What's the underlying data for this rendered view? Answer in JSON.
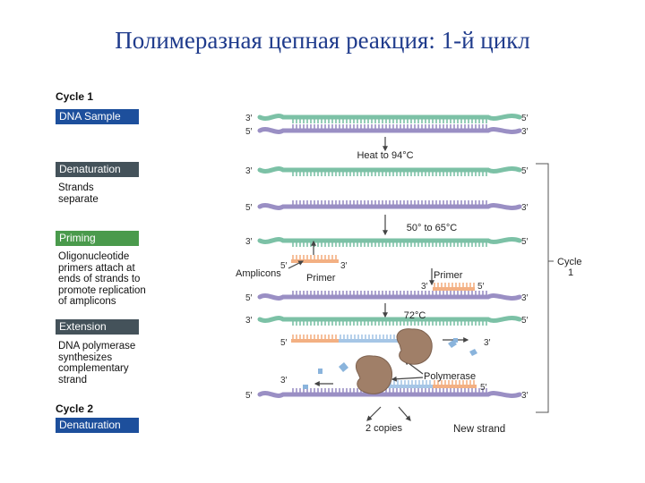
{
  "title": "Полимеразная цепная реакция: 1-й цикл",
  "left_panel": {
    "cycle1": "Cycle 1",
    "dna_sample": "DNA Sample",
    "denaturation": "Denaturation",
    "denaturation_desc": [
      "Strands",
      "separate"
    ],
    "priming": "Priming",
    "priming_desc": [
      "Oligonucleotide",
      "primers attach at",
      "ends of strands to",
      "promote replication",
      "of amplicons"
    ],
    "extension": "Extension",
    "extension_desc": [
      "DNA polymerase",
      "synthesizes",
      "complementary",
      "strand"
    ],
    "cycle2": "Cycle 2",
    "denaturation2": "Denaturation"
  },
  "diagram": {
    "end3": "3′",
    "end5": "5′",
    "heat": "Heat to 94°C",
    "anneal_temp": "50° to 65°C",
    "ext_temp": "72°C",
    "amplicons": "Amplicons",
    "primer": "Primer",
    "primer_right": "Primer",
    "polymerase": "Polymerase",
    "copies": "2 copies",
    "new_strand": "New strand",
    "cycle_label": "Cycle",
    "cycle_num": "1"
  },
  "colors": {
    "green_strand": "#7cc1a6",
    "purple_strand": "#9a8fc4",
    "primer_orange": "#f3b083",
    "new_blue": "#a6c6e6",
    "polymerase": "#a07f68",
    "title": "#1f3b8c"
  }
}
